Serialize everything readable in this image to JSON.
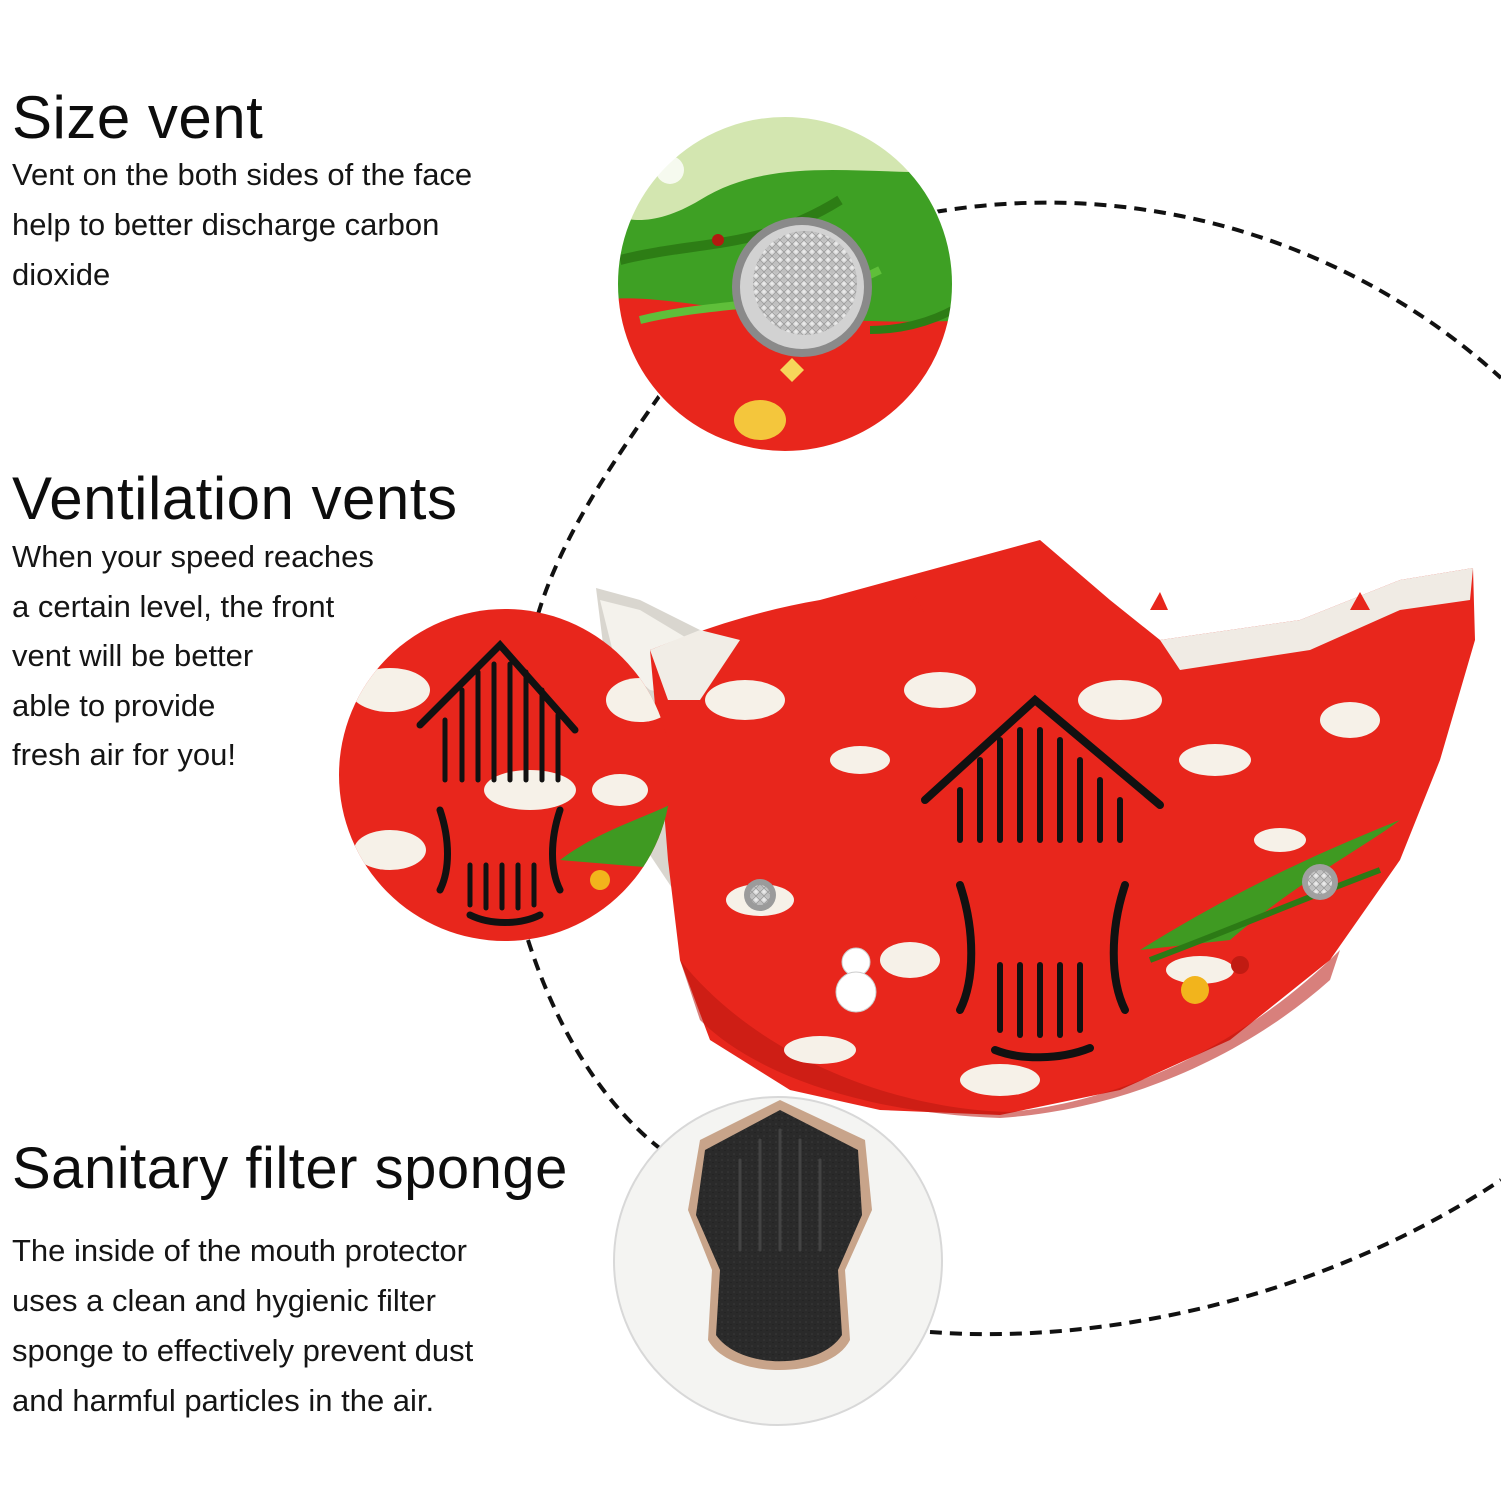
{
  "features": [
    {
      "id": "size-vent",
      "title": "Size vent",
      "lines": [
        "Vent on the both sides of the face",
        "help to better discharge carbon",
        "dioxide"
      ]
    },
    {
      "id": "ventilation-vents",
      "title": "Ventilation vents",
      "lines": [
        "When your speed reaches",
        "a certain level, the front",
        "vent will be better",
        "able to provide",
        "fresh air for you!"
      ]
    },
    {
      "id": "sanitary-filter-sponge",
      "title": "Sanitary filter sponge",
      "lines": [
        "The inside of the mouth protector",
        "uses a clean and hygienic filter",
        "sponge to effectively prevent dust",
        "and harmful particles in the air."
      ]
    }
  ],
  "colors": {
    "mask_red": "#e8261c",
    "pine_green": "#3f9a22",
    "sponge_black": "#262626",
    "dash_line": "#111111"
  }
}
